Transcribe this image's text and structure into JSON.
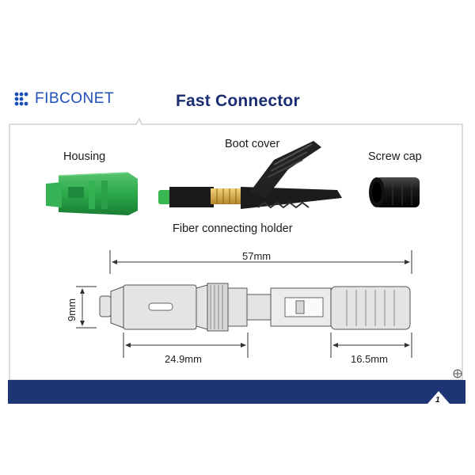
{
  "header": {
    "logo_text": "FIBCONET",
    "title": "Fast Connector"
  },
  "components": {
    "housing_label": "Housing",
    "boot_cover_label": "Boot cover",
    "screw_cap_label": "Screw cap",
    "holder_label": "Fiber connecting holder"
  },
  "dimensions": {
    "total_length": "57mm",
    "body_length": "24.9mm",
    "cap_length": "16.5mm",
    "height": "9mm"
  },
  "footer": {
    "page_number": "1"
  },
  "colors": {
    "brand_blue": "#1e4fb8",
    "title_navy": "#1b2d72",
    "footer_navy": "#1d3575",
    "housing_green": "#2aa94a"
  }
}
